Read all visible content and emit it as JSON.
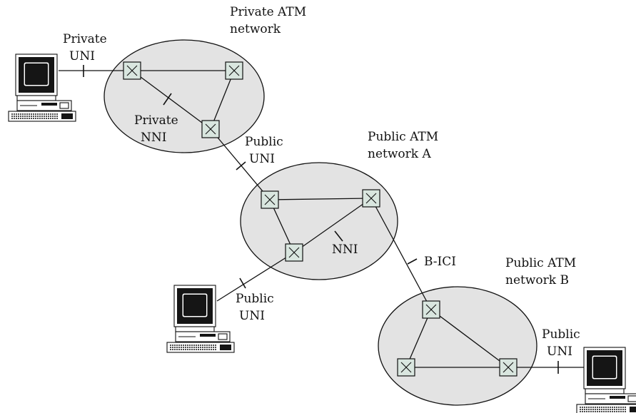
{
  "networks": {
    "private": {
      "title_line1": "Private ATM",
      "title_line2": "network"
    },
    "public_a": {
      "title_line1": "Public ATM",
      "title_line2": "network A"
    },
    "public_b": {
      "title_line1": "Public ATM",
      "title_line2": "network B"
    }
  },
  "interfaces": {
    "private_uni": {
      "line1": "Private",
      "line2": "UNI"
    },
    "private_nni": {
      "line1": "Private",
      "line2": "NNI"
    },
    "public_uni_top": {
      "line1": "Public",
      "line2": "UNI"
    },
    "nni": {
      "line1": "NNI"
    },
    "public_uni_left": {
      "line1": "Public",
      "line2": "UNI"
    },
    "bici": {
      "line1": "B-ICI"
    },
    "public_uni_right": {
      "line1": "Public",
      "line2": "UNI"
    }
  },
  "icons": {
    "switch": "atm-switch-icon",
    "terminal": "computer-workstation-icon"
  },
  "colors": {
    "cloud_fill": "#e3e3e3",
    "switch_fill": "#d9e6df",
    "line": "#111111"
  }
}
